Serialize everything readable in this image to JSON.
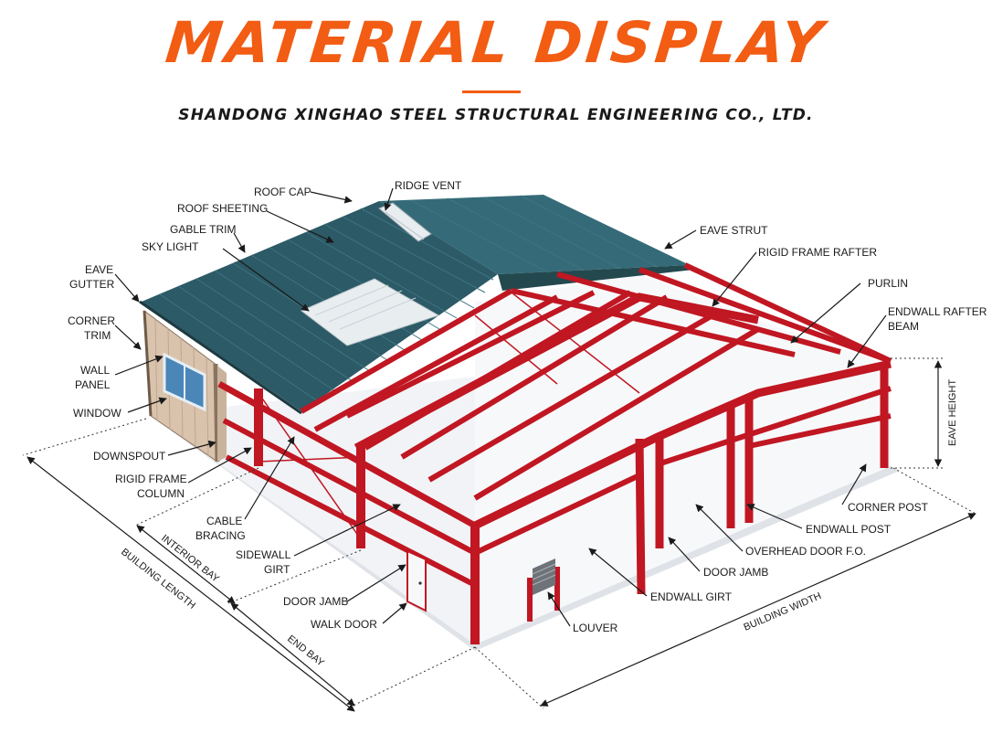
{
  "header": {
    "title": "MATERIAL DISPLAY",
    "subtitle": "SHANDONG XINGHAO STEEL STRUCTURAL ENGINEERING CO., LTD."
  },
  "colors": {
    "accent": "#f25c13",
    "steel_frame": "#c01722",
    "roof": "#2c5a66",
    "wall_panel": "#d9c3ad",
    "skylight": "#e8edf0"
  },
  "labels": {
    "roof_cap": "ROOF CAP",
    "ridge_vent": "RIDGE VENT",
    "roof_sheeting": "ROOF SHEETING",
    "gable_trim": "GABLE TRIM",
    "sky_light": "SKY LIGHT",
    "eave_gutter_1": "EAVE",
    "eave_gutter_2": "GUTTER",
    "corner_trim_1": "CORNER",
    "corner_trim_2": "TRIM",
    "wall_panel_1": "WALL",
    "wall_panel_2": "PANEL",
    "window": "WINDOW",
    "downspout": "DOWNSPOUT",
    "rigid_frame_column_1": "RIGID FRAME",
    "rigid_frame_column_2": "COLUMN",
    "cable_bracing_1": "CABLE",
    "cable_bracing_2": "BRACING",
    "sidewall_girt_1": "SIDEWALL",
    "sidewall_girt_2": "GIRT",
    "door_jamb_left": "DOOR JAMB",
    "walk_door": "WALK DOOR",
    "eave_strut": "EAVE STRUT",
    "rigid_frame_rafter": "RIGID FRAME RAFTER",
    "purlin": "PURLIN",
    "endwall_rafter_beam_1": "ENDWALL RAFTER",
    "endwall_rafter_beam_2": "BEAM",
    "eave_height": "EAVE HEIGHT",
    "corner_post": "CORNER POST",
    "endwall_post": "ENDWALL POST",
    "overhead_door": "OVERHEAD DOOR F.O.",
    "door_jamb_right": "DOOR JAMB",
    "endwall_girt": "ENDWALL GIRT",
    "louver": "LOUVER"
  },
  "dimensions": {
    "interior_bay": "INTERIOR BAY",
    "building_length": "BUILDING LENGTH",
    "end_bay": "END BAY",
    "building_width": "BUILDING WIDTH"
  }
}
